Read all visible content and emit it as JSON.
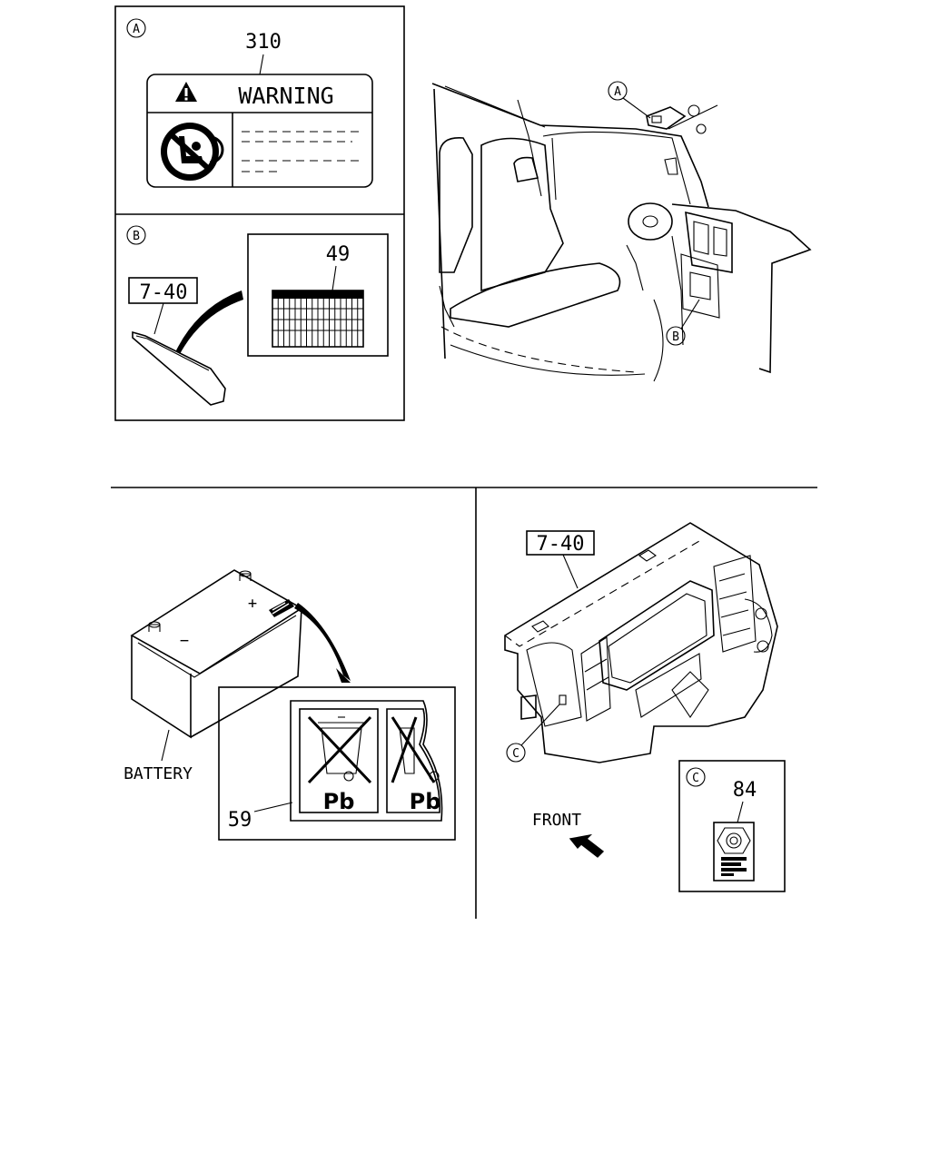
{
  "callouts": {
    "a": "A",
    "b": "B",
    "c": "C"
  },
  "panel_a": {
    "part_number": "310",
    "warning_text": "WARNING"
  },
  "panel_b": {
    "ref": "7-40",
    "part_number": "49"
  },
  "battery_section": {
    "battery_label": "BATTERY",
    "plus": "+",
    "minus": "−",
    "part_number": "59",
    "pb_left": "Pb",
    "pb_right": "Pb"
  },
  "dash_section": {
    "ref": "7-40",
    "front_label": "FRONT",
    "part_number": "84"
  }
}
